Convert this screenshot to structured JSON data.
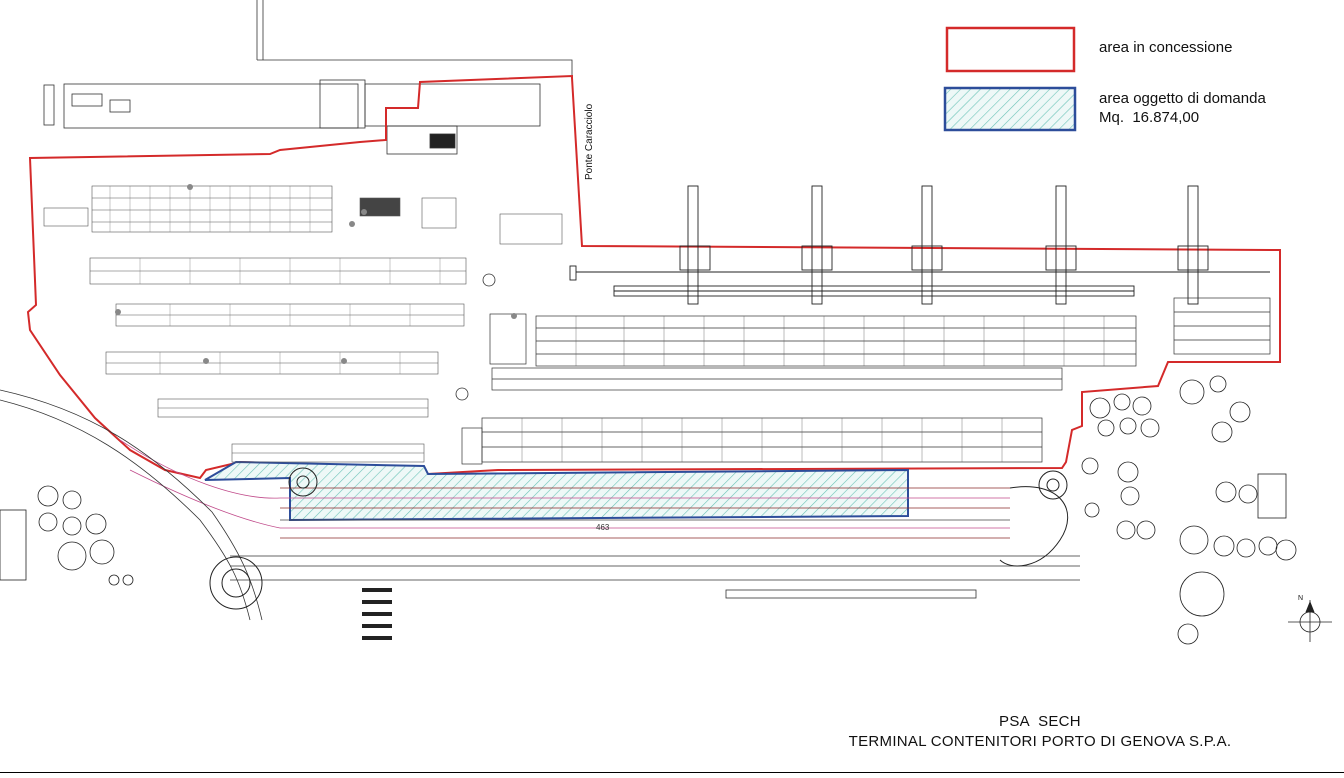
{
  "legend": {
    "concession": {
      "label": "area in concessione",
      "color": "#d42a2a"
    },
    "requested": {
      "label": "area oggetto di domanda",
      "area": "Mq.  16.874,00",
      "color": "#2d4d9a",
      "hatch_color": "#6cc4b8"
    }
  },
  "map_labels": {
    "pier": "Ponte Caracciolo",
    "track_length": "463",
    "north": "N"
  },
  "title": {
    "line1": "PSA  SECH",
    "line2": "TERMINAL CONTENITORI PORTO DI GENOVA S.P.A."
  }
}
